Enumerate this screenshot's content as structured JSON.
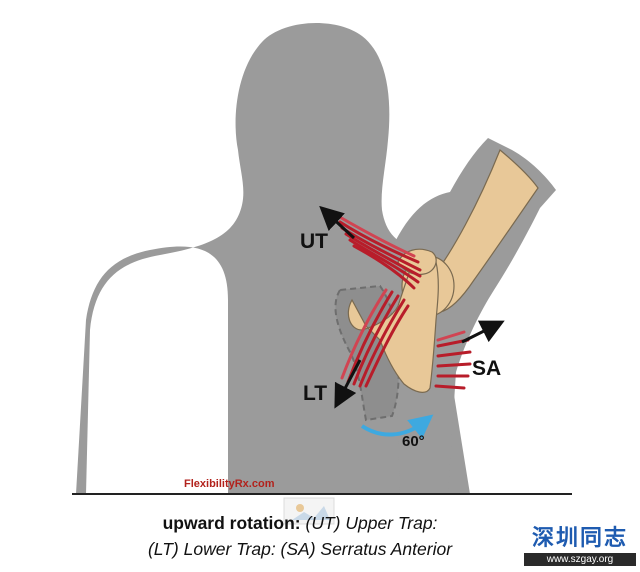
{
  "labels": {
    "ut": "UT",
    "lt": "LT",
    "sa": "SA",
    "angle": "60°"
  },
  "watermark": "FlexibilityRx.com",
  "caption": {
    "bold": "upward rotation:",
    "line1_rest": "(UT) Upper Trap:",
    "line2": "(LT) Lower Trap: (SA) Serratus Anterior"
  },
  "logo": {
    "chinese": "深圳同志",
    "url": "www.szgay.org"
  },
  "colors": {
    "body": "#9b9b9b",
    "muscle": "#b81d2a",
    "bone": "#e8c898",
    "rotation_arrow": "#3ea9e0",
    "scapula_outline": "#6e6e6e"
  }
}
